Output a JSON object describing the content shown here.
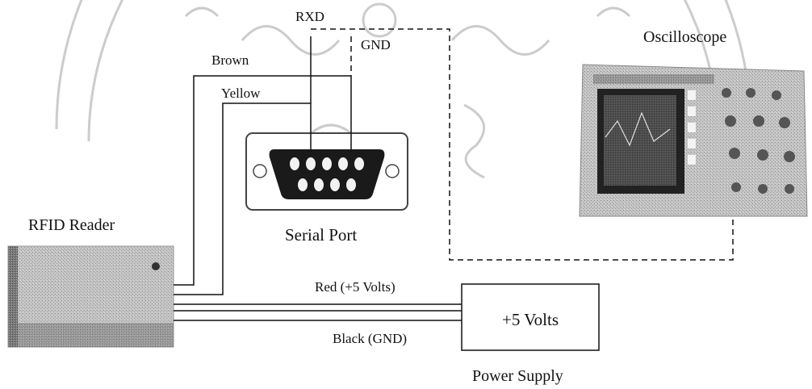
{
  "components": {
    "rfid_reader": "RFID Reader",
    "serial_port": "Serial Port",
    "oscilloscope": "Oscilloscope",
    "power_supply": "Power Supply",
    "power_box": "+5 Volts"
  },
  "wires": {
    "rxd": "RXD",
    "gnd": "GND",
    "brown": "Brown",
    "yellow": "Yellow",
    "red": "Red (+5 Volts)",
    "black": "Black (GND)"
  },
  "colors": {
    "line": "#111111",
    "watermark": "#cccccc",
    "device_gray": "#b8b8b8"
  }
}
